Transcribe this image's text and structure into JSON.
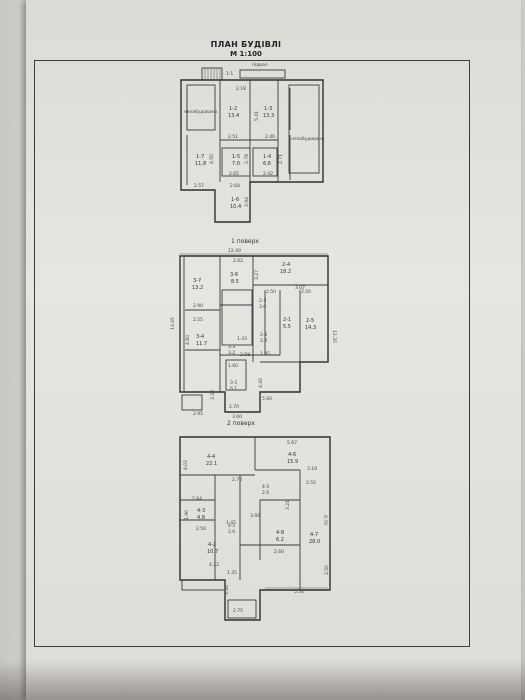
{
  "document": {
    "title": "ПЛАН БУДІВЛІ",
    "scale": "М   1:100",
    "floor_1_label": "1 поверх",
    "floor_2_label": "2 поверх"
  },
  "basement": {
    "entry_label": "підвал",
    "stair_dim": "1:1",
    "top_dim": "2.18",
    "rooms": [
      {
        "id": "r12",
        "code": "1-2",
        "area": "13.4"
      },
      {
        "id": "r13",
        "code": "1-3",
        "area": "13.3"
      },
      {
        "id": "r17",
        "code": "1-7",
        "area": "11.8"
      },
      {
        "id": "r15",
        "code": "1-5",
        "area": "7.0"
      },
      {
        "id": "r14",
        "code": "1-4",
        "area": "6.6"
      },
      {
        "id": "r16",
        "code": "1-6",
        "area": "10.4"
      }
    ],
    "unbuilt_left": "незабудовано",
    "unbuilt_right": "незабудовано",
    "dims": [
      "5.41",
      "2.51",
      "2.46",
      "4.50",
      "2.78",
      "2.71",
      "2.65",
      "2.42",
      "2.57",
      "2.64",
      "3.94"
    ]
  },
  "floor1": {
    "rooms": [
      {
        "id": "r37",
        "code": "3-7",
        "area": "13.2"
      },
      {
        "id": "r36",
        "code": "3-6",
        "area": "8.5"
      },
      {
        "id": "r24",
        "code": "2-4",
        "area": "18.2"
      },
      {
        "id": "r25",
        "code": "2-5",
        "area": "14.3"
      },
      {
        "id": "r34",
        "code": "3-4",
        "area": "11.7"
      },
      {
        "id": "r33",
        "code": "3-3",
        "area": "3.2"
      },
      {
        "id": "r23",
        "code": "2-3",
        "area": "3.0"
      },
      {
        "id": "r22",
        "code": "2-2",
        "area": "2.4"
      },
      {
        "id": "r21",
        "code": "2-1",
        "area": "5.5"
      },
      {
        "id": "r31",
        "code": "3-1",
        "area": "6.1"
      }
    ],
    "dims": [
      "12.40",
      "2.62",
      "3.27",
      "3.07",
      "2.90",
      "2.55",
      "2.50",
      "2.50",
      "1.45",
      "1.43",
      "2.58",
      "1.60",
      "4.45",
      "12.35",
      "13.45",
      "4.60",
      "5.60",
      "3.60",
      "2.95",
      "2.70",
      "3.38"
    ]
  },
  "floor2": {
    "rooms": [
      {
        "id": "r44",
        "code": "4-4",
        "area": "22.1"
      },
      {
        "id": "r46",
        "code": "4-6",
        "area": "15.9"
      },
      {
        "id": "r45",
        "code": "4-5",
        "area": "2.6"
      },
      {
        "id": "r43",
        "code": "4-3",
        "area": "4.8"
      },
      {
        "id": "r41",
        "code": "4-1",
        "area": "2.6"
      },
      {
        "id": "r42",
        "code": "4-2",
        "area": "10.7"
      },
      {
        "id": "r48",
        "code": "4-8",
        "area": "6.2"
      },
      {
        "id": "r47",
        "code": "4-7",
        "area": "28.0"
      }
    ],
    "dims": [
      "5.67",
      "4.02",
      "3.19",
      "2.70",
      "2.55",
      "2.64",
      "3.92",
      "1.90",
      "2.50",
      "1.45",
      "4.22",
      "2.60",
      "3.21",
      "6.70",
      "2.50",
      "5.54",
      "3.34",
      "2.75",
      "1.35"
    ]
  }
}
